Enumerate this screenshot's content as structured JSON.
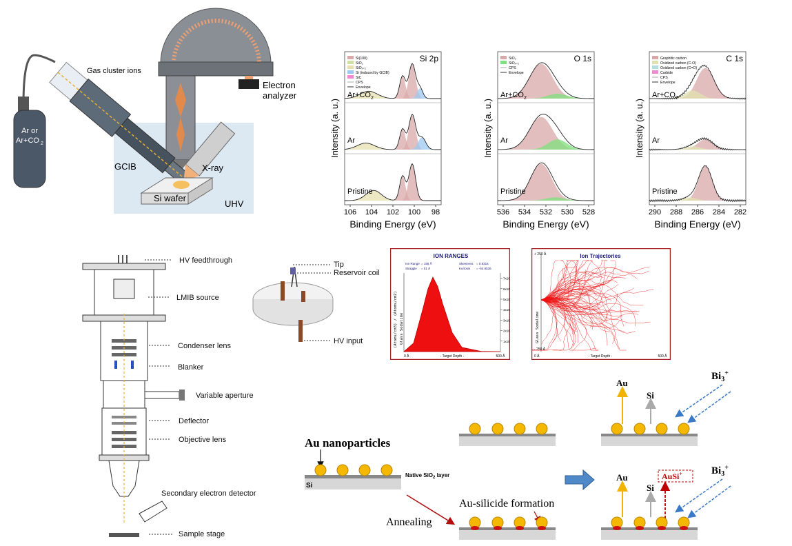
{
  "schematic": {
    "gas_label": "Gas cluster ions",
    "cylinder_l1": "Ar or",
    "cylinder_l2": "Ar+CO",
    "cylinder_sub": "2",
    "analyzer_l1": "Electron",
    "analyzer_l2": "analyzer",
    "gcib": "GCIB",
    "xray": "X-ray",
    "wafer": "Si wafer",
    "uhv": "UHV"
  },
  "xps": {
    "ylabel": "Intensity (a. u.)",
    "xlabel": "Binding Energy (eV)",
    "rows": [
      "Ar+CO",
      "Ar",
      "Pristine"
    ],
    "row_sub": "2",
    "panels": [
      {
        "title": "Si 2p",
        "ticks": [
          "106",
          "104",
          "102",
          "100",
          "98"
        ],
        "legend": [
          "Si(100)",
          "SiO₂",
          "SiOₓ₌₂",
          "Si (induced by GCIB)",
          "SiC",
          "CPS",
          "Envelope"
        ],
        "colors": [
          "#d9a8a8",
          "#cfe0a0",
          "#e6e0b0",
          "#9cc8f0",
          "#f08ad0",
          "#aaaaaa",
          "#333333"
        ]
      },
      {
        "title": "O 1s",
        "ticks": [
          "536",
          "534",
          "532",
          "530",
          "528"
        ],
        "legend": [
          "SiO₂",
          "SiOₓ₌₂",
          "CPS",
          "Envelope"
        ],
        "colors": [
          "#d9a8a8",
          "#7ee07e",
          "#aaaaaa",
          "#333333"
        ]
      },
      {
        "title": "C 1s",
        "ticks": [
          "290",
          "288",
          "286",
          "284",
          "282"
        ],
        "legend": [
          "Graphitic carbon",
          "Oxidized carbon (C-O)",
          "Oxidized carbon (C=O)",
          "Carbide",
          "CPS",
          "Envelope"
        ],
        "colors": [
          "#d9a8a8",
          "#e0e0b0",
          "#b0e0e0",
          "#f08ad0",
          "#aaaaaa",
          "#333333"
        ]
      }
    ]
  },
  "fib": {
    "labels": [
      "HV feedthrough",
      "LMIB source",
      "Condenser lens",
      "Blanker",
      "Variable aperture",
      "Deflector",
      "Objective lens",
      "Secondary electron detector",
      "Sample stage"
    ],
    "tip": "Tip",
    "reservoir": "Reservoir coil",
    "hv_input": "HV input"
  },
  "srim": {
    "title": "ION RANGES",
    "stats": [
      "Ion Range",
      "= 155 Å",
      "Skewness",
      "= 0.8316",
      "Straggle",
      "= 51 Å",
      "Kurtosis",
      "= -64.8536"
    ],
    "ylabel": "(Atoms/cm3) / (Atoms/cm2)",
    "material": "Glass Sodalime",
    "ticks_y": [
      "7x10⁶",
      "6x10⁶",
      "5x10⁶",
      "4x10⁶",
      "3x10⁶",
      "2x10⁶",
      "1x10⁶"
    ],
    "x0": "0 Å",
    "xmid": "- Target Depth -",
    "xmax": "500 Å",
    "traj_title": "Ion Trajectories",
    "traj_top": "+ 250 Å",
    "traj_bottom": "- 250 Å"
  },
  "chart_data": {
    "type": "area",
    "title": "ION RANGES",
    "xlabel": "- Target Depth -",
    "ylabel": "(Atoms/cm3) / (Atoms/cm2)",
    "x": [
      0,
      50,
      100,
      125,
      150,
      175,
      200,
      250,
      300,
      400,
      500
    ],
    "values": [
      0,
      0.8,
      4.2,
      6.0,
      7.1,
      6.2,
      4.6,
      1.8,
      0.4,
      0.02,
      0
    ],
    "ylim": [
      0,
      7.5
    ]
  },
  "process": {
    "au_np": "Au nanoparticles",
    "native": "Native SiO",
    "native_sub": "2",
    "native_tail": " layer",
    "si": "Si",
    "annealing": "Annealing",
    "silicide": "Au-silicide formation",
    "au": "Au",
    "bi": "Bi",
    "bi_sub": "3",
    "bi_sup": "+",
    "ausi": "AuSi",
    "ausi_sup": "+"
  }
}
